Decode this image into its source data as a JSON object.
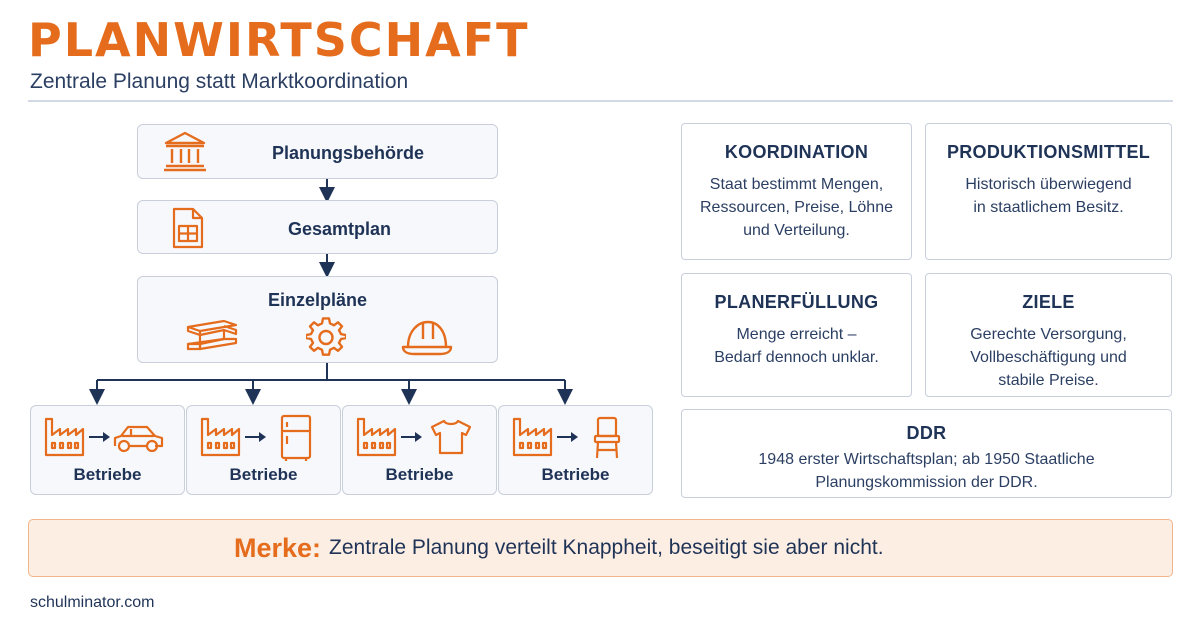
{
  "header": {
    "title": "PLANWIRTSCHAFT",
    "subtitle": "Zentrale Planung statt Marktkoordination"
  },
  "flow": {
    "authority": "Planungsbehörde",
    "master_plan": "Gesamtplan",
    "sub_plans": "Einzelpläne",
    "enterprises": [
      {
        "label": "Betriebe",
        "product_icon": "car-icon"
      },
      {
        "label": "Betriebe",
        "product_icon": "fridge-icon"
      },
      {
        "label": "Betriebe",
        "product_icon": "tshirt-icon"
      },
      {
        "label": "Betriebe",
        "product_icon": "chair-icon"
      }
    ]
  },
  "cards": {
    "koordination": {
      "title": "KOORDINATION",
      "text": "Staat bestimmt Mengen, Ressourcen, Preise, Löhne und Verteilung."
    },
    "produktionsmittel": {
      "title": "PRODUKTIONSMITTEL",
      "text": "Historisch überwiegend in staatlichem Besitz."
    },
    "planerfuellung": {
      "title": "PLANERFÜLLUNG",
      "text": "Menge erreicht – Bedarf dennoch unklar."
    },
    "ziele": {
      "title": "ZIELE",
      "text": "Gerechte Versorgung, Vollbeschäftigung und stabile Preise."
    },
    "ddr": {
      "title": "DDR",
      "text": "1948 erster Wirtschaftsplan; ab 1950 Staatliche Planungskommission der DDR."
    }
  },
  "merke": {
    "key": "Merke:",
    "text": "Zentrale Planung verteilt Knappheit, beseitigt sie aber nicht."
  },
  "footer": {
    "source": "schulminator.com"
  },
  "colors": {
    "accent": "#e46c1c",
    "navy": "#1f3357",
    "border": "#c8cfdb",
    "note_bg": "#fdeee3"
  }
}
